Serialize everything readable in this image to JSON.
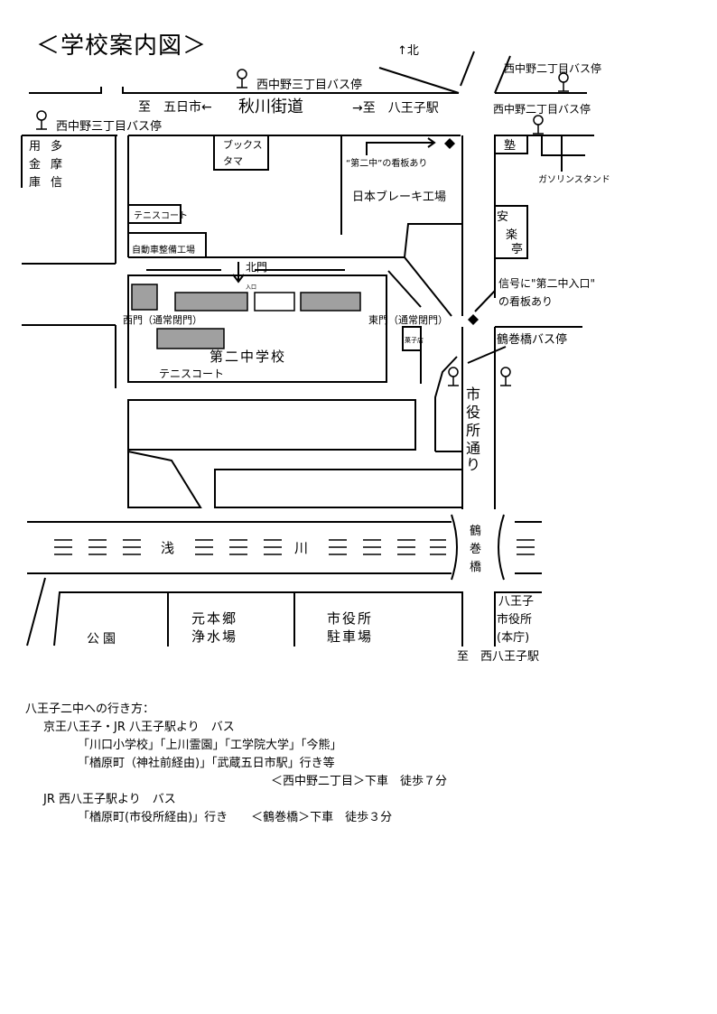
{
  "title": "＜学校案内図＞",
  "map": {
    "north": "↑北",
    "labels": {
      "nishinakano3_top": "西中野三丁目バス停",
      "nishinakano2_top": "西中野二丁目バス停",
      "to_itsukaichi": "至　五日市←",
      "akigawa": "秋川街道",
      "to_hachioji": "→至　八王子駅",
      "nishinakano3_left": "西中野三丁目バス停",
      "nishinakano2_right": "西中野二丁目バス停",
      "books_line1": "ブックス",
      "books_line2": "タマ",
      "sign_note": "“第二中”の看板あり",
      "brake_factory": "日本ブレーキ工場",
      "juku": "塾",
      "gas_station": "ガソリンスタンド",
      "tennis_court_1": "テニスコート",
      "car_shop": "自動車整備工場",
      "anrakutei_1": "安",
      "anrakutei_2": "楽",
      "anrakutei_3": "亭",
      "north_gate": "北門",
      "entrance_small": "入口",
      "signal_note_1": "信号に\"第二中入口\"",
      "signal_note_2": "の看板あり",
      "west_gate": "西門（通常閉門）",
      "east_gate": "東門（通常閉門）",
      "school_name": "第二中学校",
      "shop_small": "菓子店",
      "tennis_court_2": "テニスコート",
      "tsurumaki_bus": "鶴巻橋バス停",
      "city_hall_street": [
        "市",
        "役",
        "所",
        "通",
        "り"
      ],
      "asakawa_1": "浅",
      "asakawa_2": "川",
      "tsurumaki_bridge": [
        "鶴",
        "巻",
        "橋"
      ],
      "park": "公園",
      "jousuijou_1": "元本郷",
      "jousuijou_2": "浄水場",
      "parking_1": "市役所",
      "parking_2": "駐車場",
      "cityhall_1": "八王子",
      "cityhall_2": "市役所",
      "cityhall_3": "(本庁)",
      "to_nishihachioji": "至　西八王子駅",
      "shinkin": [
        [
          "用",
          "多"
        ],
        [
          "金",
          "摩"
        ],
        [
          "庫",
          "信"
        ]
      ]
    }
  },
  "directions": {
    "heading": "八王子二中への行き方：",
    "route1_title": "京王八王子・JR 八王子駅より　バス",
    "route1_line1": "「川口小学校」「上川霊園」「工学院大学」「今熊」",
    "route1_line2": "「楢原町（神社前経由)」「武蔵五日市駅」行き等",
    "route1_line3": "＜西中野二丁目＞下車　徒歩７分",
    "route2_title": "JR 西八王子駅より　バス",
    "route2_line1": "「楢原町(市役所経由)」行き　　＜鶴巻橋＞下車　徒歩３分"
  }
}
